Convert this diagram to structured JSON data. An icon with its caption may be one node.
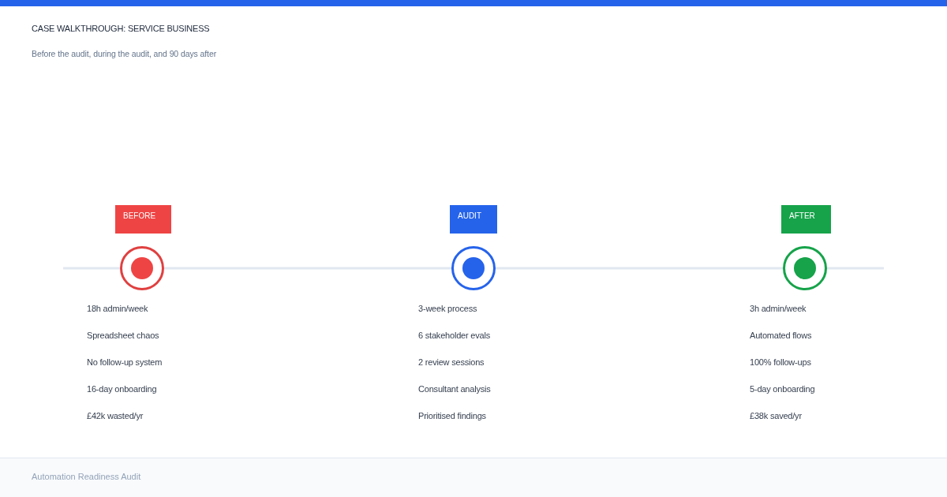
{
  "diagram": {
    "title": "CASE WALKTHROUGH: SERVICE BUSINESS",
    "nodes": [
      {
        "text": [
          "BEFORE"
        ]
      },
      {
        "text": [],
        "shape": "circle",
        "beside": [
          "18h admin/week",
          "Spreadsheet chaos",
          "No follow-up system",
          "16-day onboarding",
          "£42k wasted/yr"
        ]
      },
      {
        "text": [
          "AUDIT"
        ]
      },
      {
        "text": [],
        "shape": "circle",
        "beside": [
          "3-week process",
          "6 stakeholder evals",
          "2 review sessions",
          "Consultant analysis",
          "Prioritised findings"
        ]
      },
      {
        "text": [
          "AFTER"
        ]
      },
      {
        "text": [],
        "shape": "circle",
        "beside": [
          "3h admin/week",
          "Automated flows",
          "100% follow-ups",
          "5-day onboarding",
          "£38k saved/yr"
        ]
      }
    ],
    "edges": [
      {
        "from": null,
        "to": 1,
        "arrow": "none"
      },
      {
        "from": 1,
        "to": 3,
        "arrow": "none"
      },
      {
        "from": 3,
        "to": 5,
        "arrow": "none"
      },
      {
        "from": 5,
        "to": null,
        "arrow": "none"
      }
    ],
    "labels": [
      "Before the audit, during the audit, and 90 days after",
      "Automation Readiness Audit"
    ]
  }
}
